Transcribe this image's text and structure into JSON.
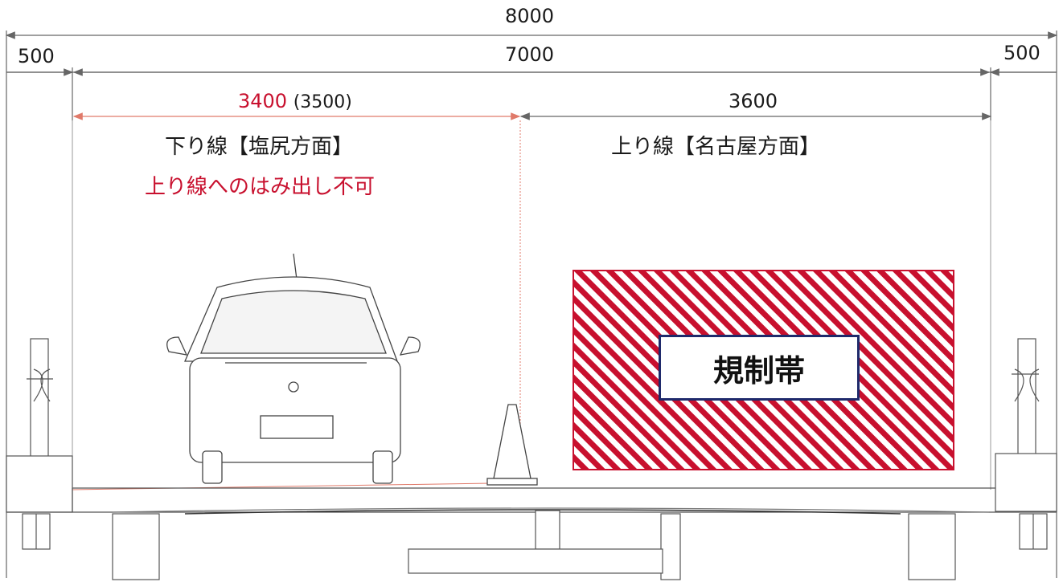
{
  "dimensions": {
    "total_width": "8000",
    "road_width": "7000",
    "left_shoulder": "500",
    "right_shoulder": "500",
    "down_lane_width_new": "3400",
    "down_lane_width_old": "(3500)",
    "up_lane_width": "3600"
  },
  "lanes": {
    "down_lane": "下り線【塩尻方面】",
    "down_lane_note": "上り線へのはみ出し不可",
    "up_lane": "上り線【名古屋方面】"
  },
  "regulation_zone": {
    "label": "規制帯"
  },
  "colors": {
    "accent_red": "#c8102e",
    "box_border_navy": "#1f2a6b",
    "line_gray": "#555555"
  }
}
